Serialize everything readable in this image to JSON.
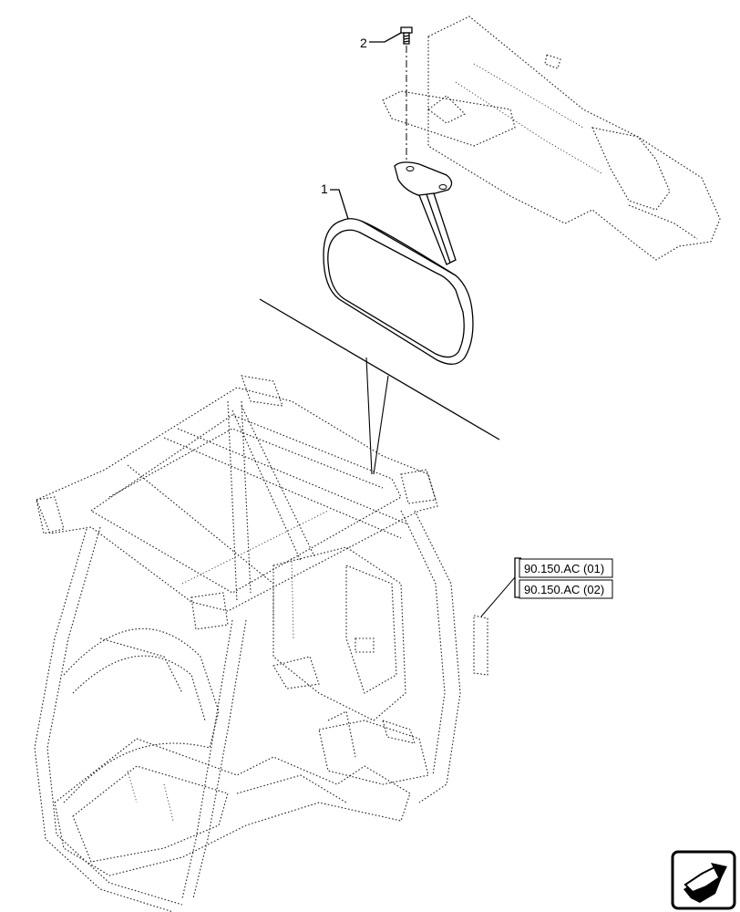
{
  "callouts": [
    {
      "id": "1",
      "label": "1"
    },
    {
      "id": "2",
      "label": "2"
    }
  ],
  "references": [
    {
      "label": "90.150.AC (01)"
    },
    {
      "label": "90.150.AC (02)"
    }
  ],
  "icons": {
    "navigation": "next-page-arrow-icon"
  }
}
